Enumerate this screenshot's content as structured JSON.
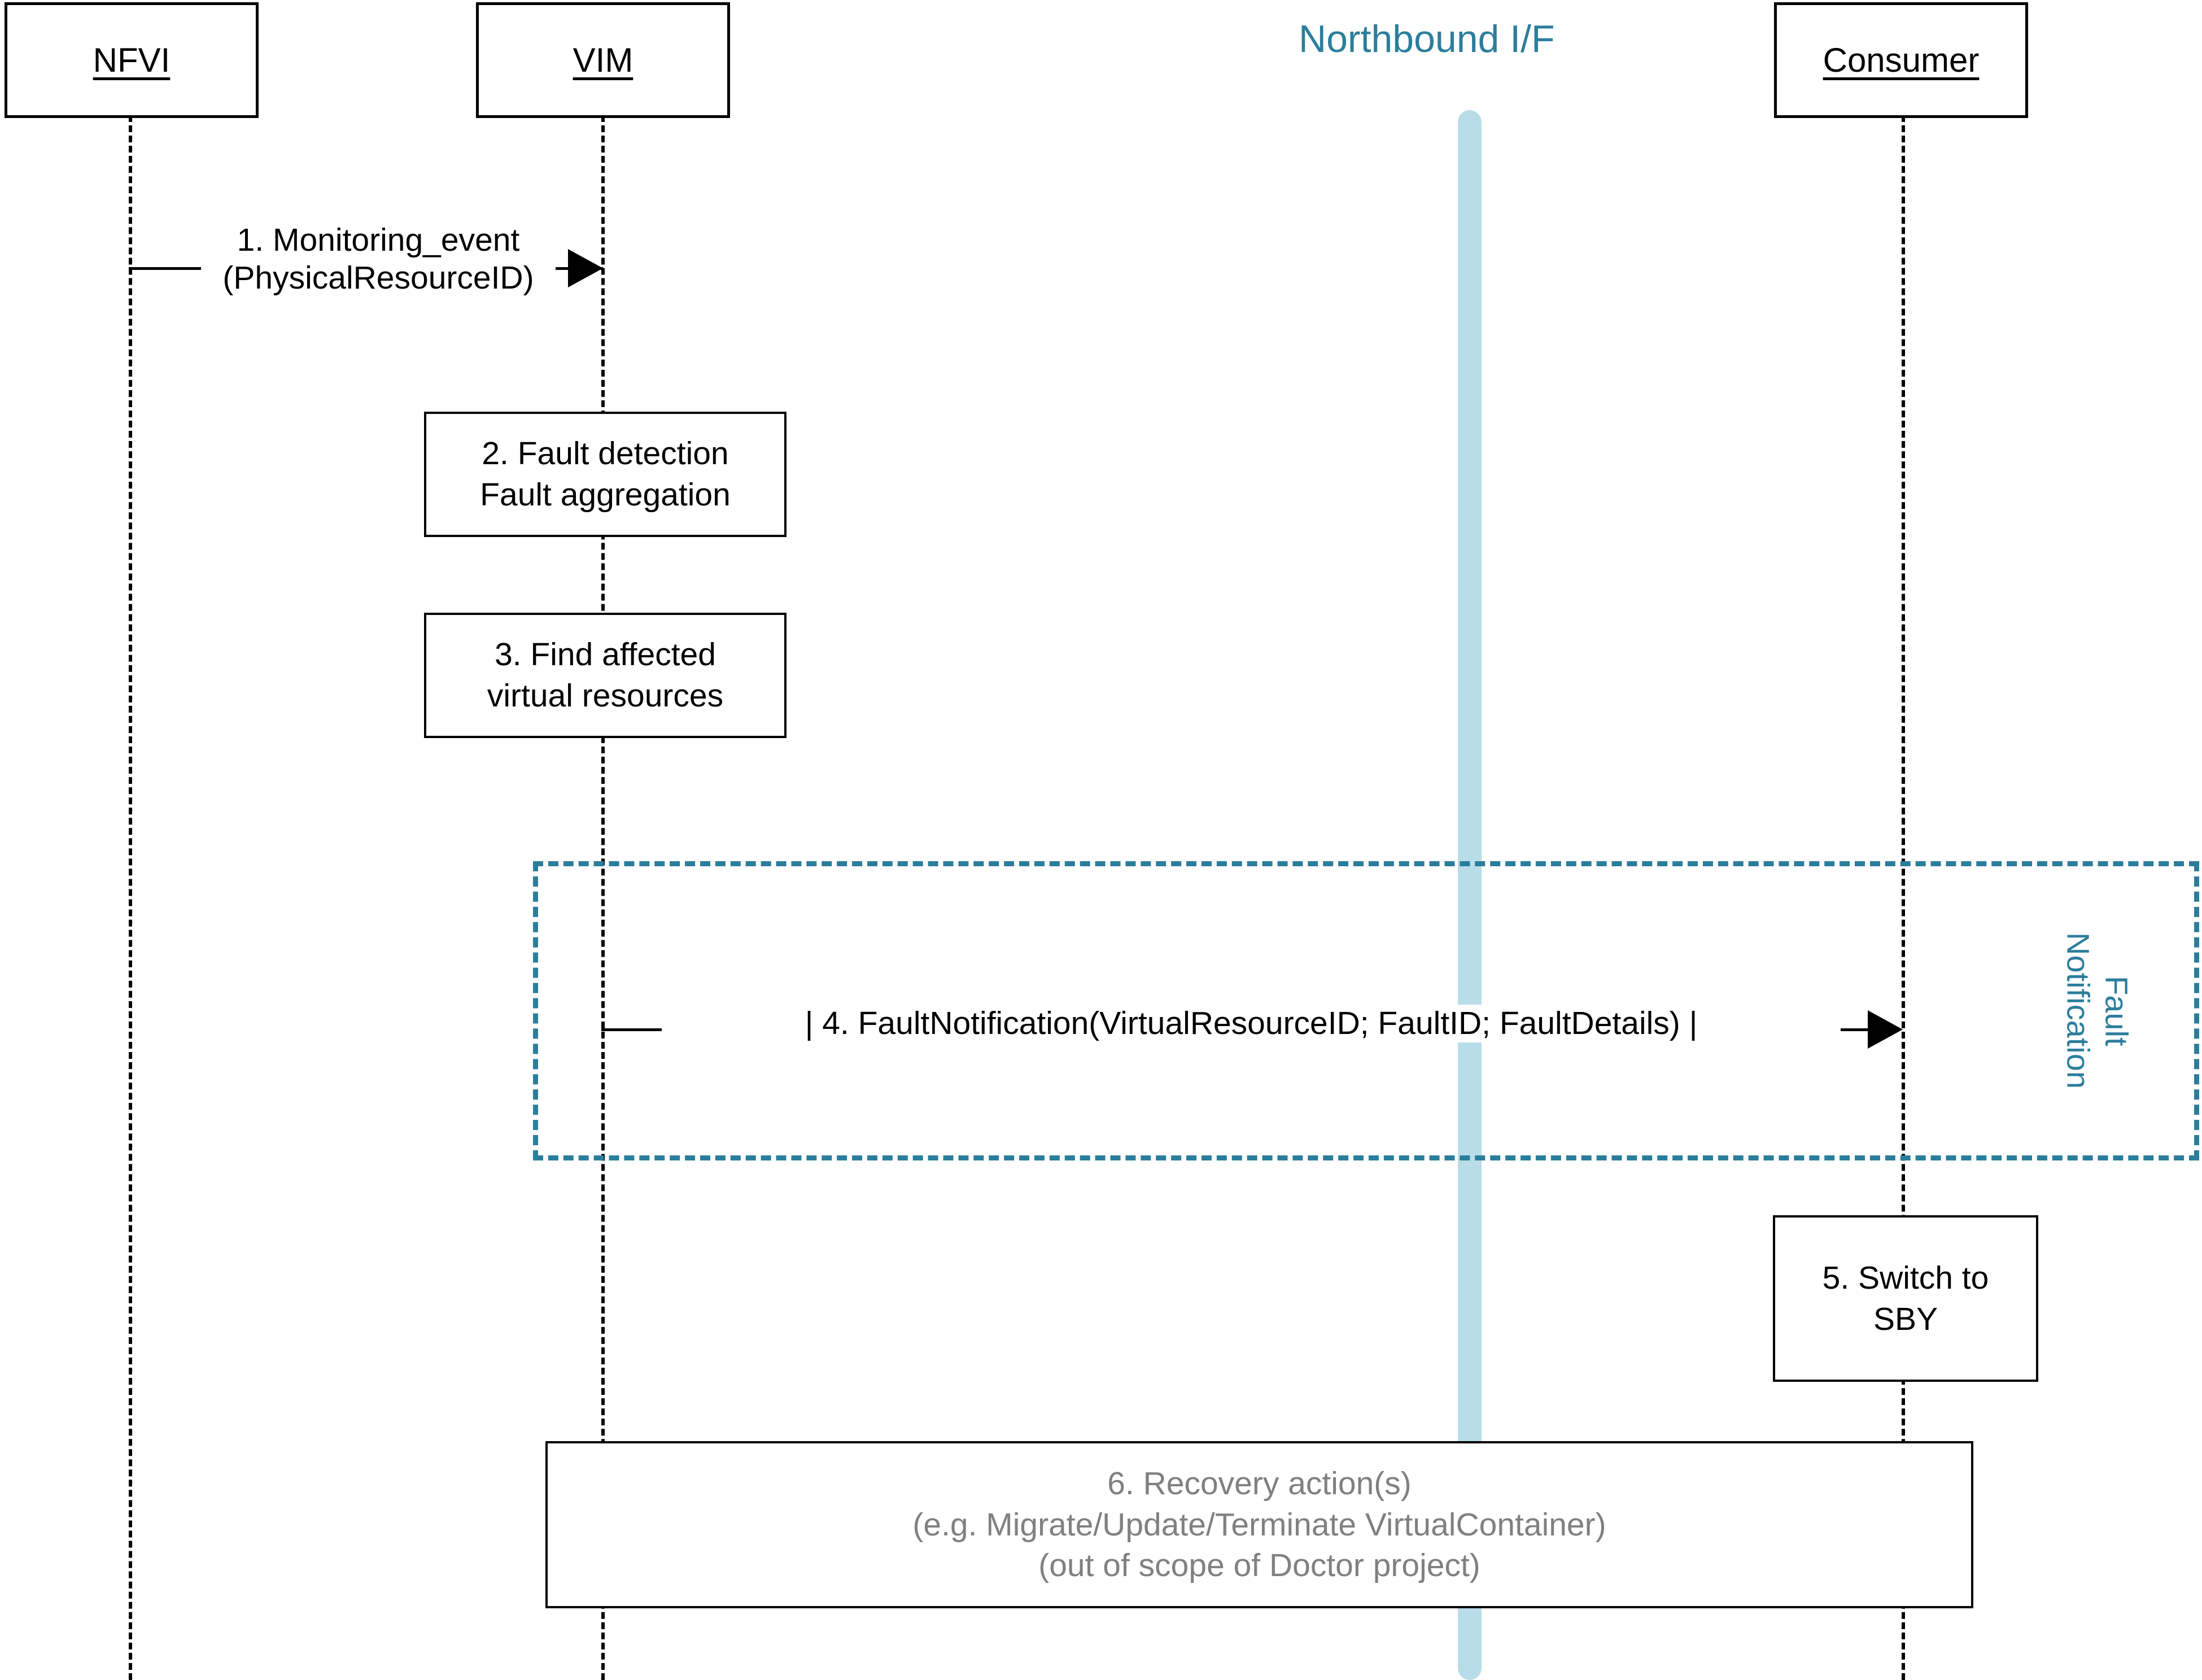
{
  "diagram": {
    "title": "Doctor fault management sequence diagram",
    "accent_teal": "#2b7e9b",
    "bar_blue": "#b9dde8",
    "muted_gray": "#808080"
  },
  "interface": {
    "title": "Northbound I/F"
  },
  "actors": [
    {
      "id": "nfvi",
      "label": "NFVI"
    },
    {
      "id": "vim",
      "label": "VIM"
    },
    {
      "id": "consumer",
      "label": "Consumer"
    }
  ],
  "messages": [
    {
      "id": "msg1",
      "number": "1",
      "from": "nfvi",
      "to": "vim",
      "lines": [
        "1. Monitoring_event",
        "(PhysicalResourceID)"
      ]
    },
    {
      "id": "msg4",
      "number": "4",
      "from": "vim",
      "to": "consumer",
      "lines": [
        "| 4. FaultNotification(VirtualResourceID; FaultID; FaultDetails) |"
      ]
    }
  ],
  "actions": [
    {
      "id": "action2",
      "on": "vim",
      "lines": [
        "2. Fault detection",
        "Fault aggregation"
      ]
    },
    {
      "id": "action3",
      "on": "vim",
      "lines": [
        "3. Find affected",
        "virtual resources"
      ]
    },
    {
      "id": "action5",
      "on": "consumer",
      "lines": [
        "5. Switch to",
        "SBY"
      ]
    },
    {
      "id": "action6",
      "on": "span",
      "muted": true,
      "lines": [
        "6. Recovery action(s)",
        "(e.g. Migrate/Update/Terminate VirtualContainer)",
        "(out of scope of Doctor project)"
      ]
    }
  ],
  "fragment": {
    "id": "fault-notification-fragment",
    "label_lines": [
      "Fault",
      "Notification"
    ]
  }
}
